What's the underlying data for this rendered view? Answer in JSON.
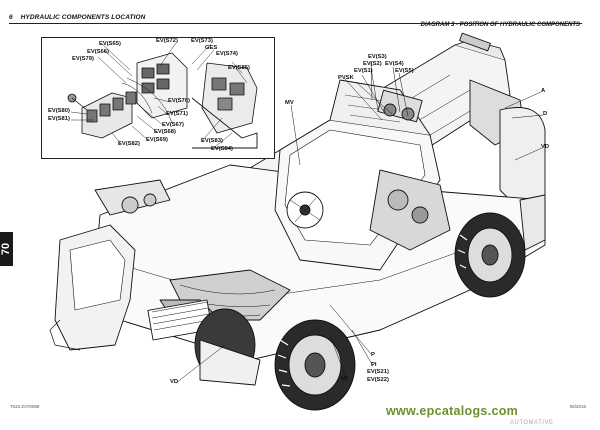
{
  "header": {
    "page_number": "6",
    "section_title": "HYDRAULIC COMPONENTS LOCATION",
    "diagram_title": "DIAGRAM 3 - POSITION OF HYDRAULIC COMPONENTS"
  },
  "side_tab": "70",
  "inset_labels": {
    "ev_s65": "EV(S65)",
    "ev_s66": "EV(S66)",
    "ev_s79": "EV(S79)",
    "ev_s72": "EV(S72)",
    "ev_s73": "EV(S73)",
    "ges": "GES",
    "ev_s74": "EV(S74)",
    "ev_s85": "EV(S85)",
    "ev_s80": "EV(S80)",
    "ev_s81": "EV(S81)",
    "ev_s70": "EV(S70)",
    "ev_s71": "EV(S71)",
    "ev_s67": "EV(S67)",
    "ev_s68": "EV(S68)",
    "ev_s69": "EV(S69)",
    "ev_s83": "EV(S83)",
    "ev_s84": "EV(S84)",
    "ev_s82": "EV(S82)"
  },
  "main_labels": {
    "ev_s3": "EV(S3)",
    "ev_s2": "EV(S2)",
    "ev_s4": "EV(S4)",
    "ev_s1": "EV(S1)",
    "ev_s5": "EV(S5)",
    "pvsk": "PVSK",
    "a": "A",
    "d": "D",
    "mv": "MV",
    "vd_right": "VD",
    "vd_left": "VD",
    "p": "P",
    "pi": "PI",
    "ev_s21": "EV(S21)",
    "ev_s22": "EV(S22)",
    "mi": "MI"
  },
  "footer": {
    "doc_code": "7533 ZAT0098",
    "date": "05/2016",
    "watermark": "www.epcatalogs.com",
    "watermark_sub": "AUTOMATIVE"
  }
}
